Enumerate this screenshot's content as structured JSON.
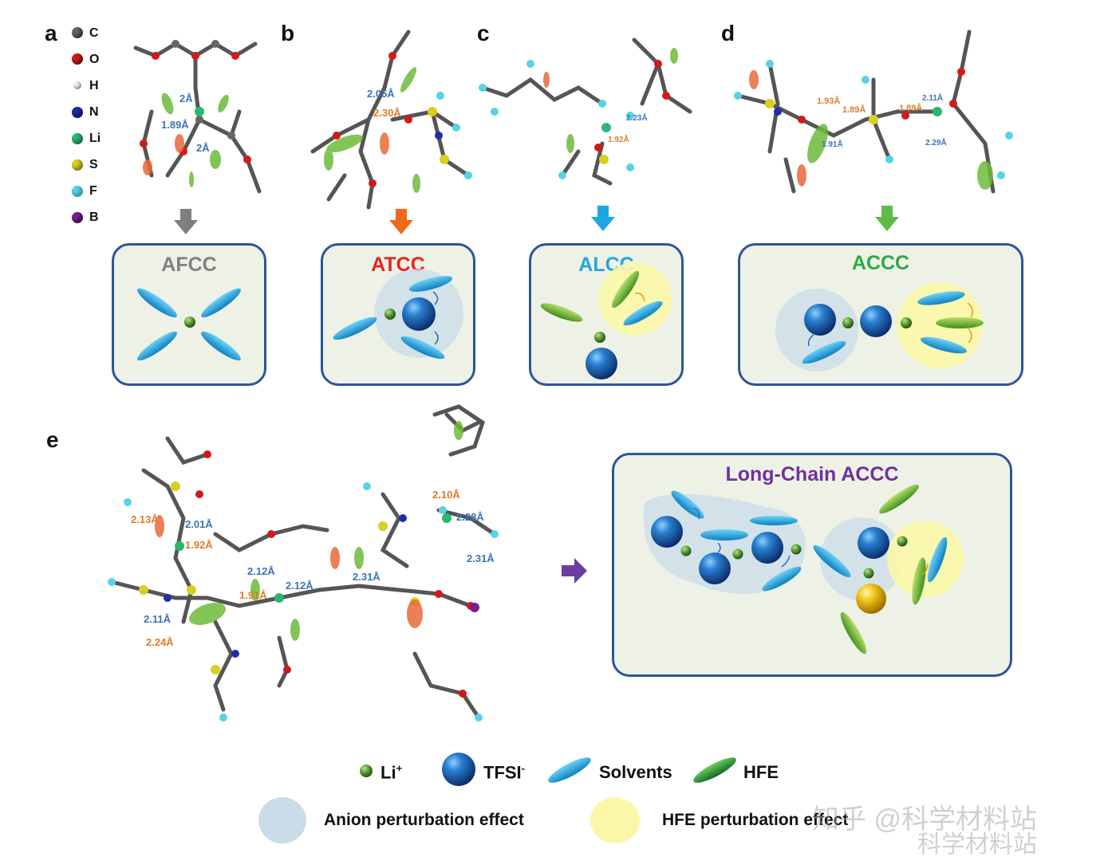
{
  "panels": {
    "a": "a",
    "b": "b",
    "c": "c",
    "d": "d",
    "e": "e"
  },
  "element_legend": [
    {
      "symbol": "C",
      "color": "#666666"
    },
    {
      "symbol": "O",
      "color": "#d11a1a"
    },
    {
      "symbol": "H",
      "color": "#f2f2f2"
    },
    {
      "symbol": "N",
      "color": "#1d2fa8"
    },
    {
      "symbol": "Li",
      "color": "#2bb673"
    },
    {
      "symbol": "S",
      "color": "#d9cf1d"
    },
    {
      "symbol": "F",
      "color": "#56d3e6"
    },
    {
      "symbol": "B",
      "color": "#7a1f8f"
    }
  ],
  "boxes": {
    "afcc": {
      "title": "AFCC",
      "color": "#808080"
    },
    "atcc": {
      "title": "ATCC",
      "color": "#e8231f"
    },
    "alcc": {
      "title": "ALCC",
      "color": "#27a4dd"
    },
    "accc": {
      "title": "ACCC",
      "color": "#2fa84a"
    },
    "long": {
      "title": "Long-Chain ACCC",
      "color": "#7030a0"
    }
  },
  "arrows": {
    "a": "#7f7f7f",
    "b": "#f06a1c",
    "c": "#1ea6e3",
    "d": "#5dbb46",
    "e": "#6b3fa0"
  },
  "distances": {
    "a": [
      "2Å",
      "1.89Å",
      "2Å"
    ],
    "b": [
      "2.05Å",
      "2.30Å"
    ],
    "c": [
      "2.23Å",
      "1.92Å"
    ],
    "d": [
      "1.93Å",
      "1.89Å",
      "1.89Å",
      "2.11Å",
      "2.29Å",
      "1.91Å"
    ],
    "e": [
      "2.13Å",
      "2.01Å",
      "1.92Å",
      "2.10Å",
      "2.28Å",
      "2.31Å",
      "2.12Å",
      "2.12Å",
      "2.31Å",
      "1.91Å",
      "2.11Å",
      "2.24Å"
    ]
  },
  "legend": {
    "li_label": "Li",
    "li_sup": "+",
    "tfsi_label": "TFSI",
    "tfsi_sup": "-",
    "solvents_label": "Solvents",
    "hfe_label": "HFE",
    "anion_effect": "Anion perturbation effect",
    "hfe_effect": "HFE perturbation effect"
  },
  "colors": {
    "solvent": "#19a6dc",
    "hfe": "#5fae2e",
    "tfsi": "#1d5fb0",
    "li": "#4e8f2a",
    "anion_halo": "#c9dce8",
    "hfe_halo": "#fbf7a8",
    "yellow_ball": "#e8b40e"
  },
  "watermark": {
    "line1": "知乎 @科学材料站",
    "line2": "科学材料站"
  }
}
